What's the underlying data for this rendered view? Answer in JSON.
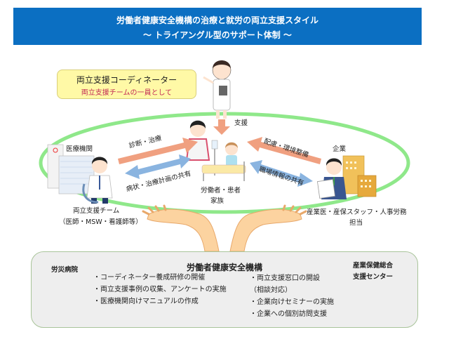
{
  "header": {
    "title": "労働者健康安全機構の治療と就労の両立支援スタイル",
    "subtitle": "～ トライアングル型のサポート体制 ～"
  },
  "colors": {
    "header_bg": "#0b6fc2",
    "coordinator_box_bg": "#fff9a6",
    "coordinator_subtitle": "#c22a55",
    "ring": "#8fe88a",
    "arrow_orange": "#f0a080",
    "arrow_blue": "#8ab4e0",
    "panel_bg": "#eeeeee"
  },
  "coordinator": {
    "title": "両立支援コーディネーター",
    "subtitle": "両立支援チームの一員として"
  },
  "center": {
    "support_label": "支援",
    "patient_label_1": "労働者・患者",
    "patient_label_2": "家族"
  },
  "left": {
    "org_label": "医療機関",
    "arrow_out": "診断・治療",
    "arrow_share": "病状・治療計画の共有",
    "team_label": "両立支援チーム",
    "team_members": "（医師・MSW・看護師等）"
  },
  "right": {
    "org_label": "企業",
    "arrow_out": "配慮・環境整備",
    "arrow_share": "職場情報の共有",
    "staff_label": "産業医・産保スタッフ・人事労務",
    "staff_label_2": "担当"
  },
  "panel": {
    "title": "労働者健康安全機構",
    "left_title": "労災病院",
    "right_title_1": "産業保健総合",
    "right_title_2": "支援センター",
    "col1": [
      "・コーディネーター養成研修の開催",
      "・両立支援事例の収集、アンケートの実施",
      "・医療機関向けマニュアルの作成"
    ],
    "col2": [
      "・両立支援窓口の開設",
      "（相談対応）",
      "・企業向けセミナーの実施",
      "・企業への個別訪問支援"
    ]
  },
  "icons": {
    "nurse": "nurse-illustration",
    "doctor": "doctor-illustration",
    "hospital": "hospital-building-icon",
    "company": "company-building-icon",
    "patient": "patient-in-bed-illustration",
    "hands": "supporting-hands-illustration"
  }
}
